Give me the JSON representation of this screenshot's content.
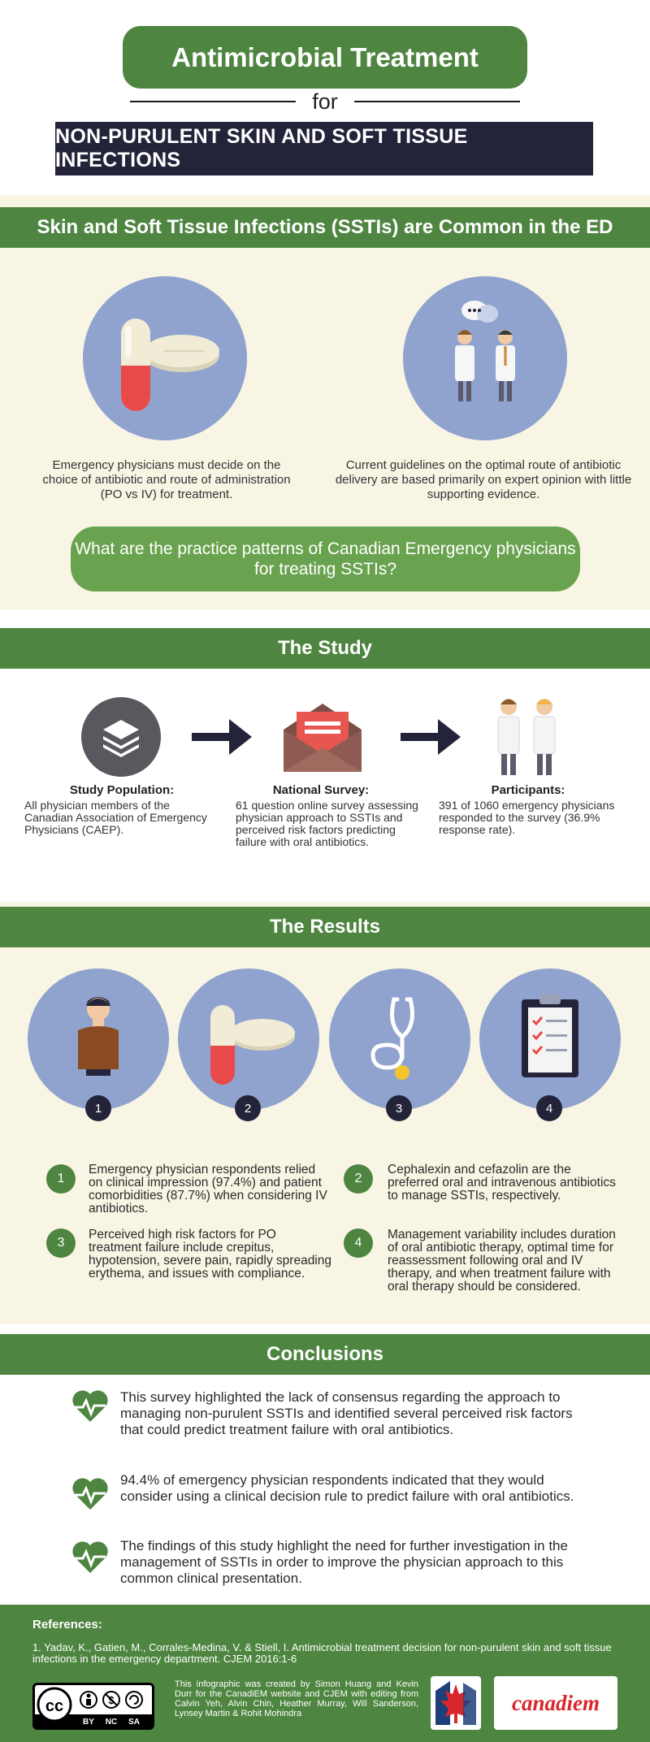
{
  "header": {
    "title": "Antimicrobial Treatment",
    "for": "for",
    "subtitle": "NON-PURULENT SKIN AND SOFT TISSUE INFECTIONS"
  },
  "intro": {
    "heading": "Skin and Soft Tissue Infections (SSTIs) are Common in the ED",
    "left_text": "Emergency physicians must decide on the choice of antibiotic and route of administration (PO vs IV) for treatment.",
    "right_text": "Current guidelines on the optimal route of antibiotic delivery are based primarily on expert opinion with little supporting evidence.",
    "question": "What are the practice patterns of Canadian Emergency physicians for treating SSTIs?"
  },
  "study": {
    "heading": "The Study",
    "items": [
      {
        "title": "Study Population:",
        "text": "All physician members of the Canadian Association of Emergency Physicians (CAEP)."
      },
      {
        "title": "National Survey:",
        "text": "61 question online survey assessing physician approach to SSTIs and perceived risk factors predicting failure with oral antibiotics."
      },
      {
        "title": "Participants:",
        "text": "391 of 1060 emergency physicians responded to the survey (36.9% response rate)."
      }
    ]
  },
  "results": {
    "heading": "The Results",
    "badges": [
      "1",
      "2",
      "3",
      "4"
    ],
    "items": [
      {
        "num": "1",
        "text": "Emergency physician respondents relied on clinical impression (97.4%) and patient comorbidities (87.7%) when considering IV antibiotics."
      },
      {
        "num": "2",
        "text": "Cephalexin and cefazolin are the preferred oral and intravenous antibiotics to manage SSTIs, respectively."
      },
      {
        "num": "3",
        "text": "Perceived high risk factors for PO treatment failure include crepitus, hypotension, severe pain, rapidly spreading erythema, and issues with compliance."
      },
      {
        "num": "4",
        "text": "Management variability includes duration of oral antibiotic therapy, optimal time for reassessment following oral and IV therapy, and when treatment failure with oral therapy should be considered."
      }
    ]
  },
  "conclusions": {
    "heading": "Conclusions",
    "items": [
      "This survey highlighted the lack of consensus regarding the approach to managing non-purulent SSTIs and identified several perceived risk factors that could predict treatment failure with oral antibiotics.",
      "94.4% of emergency physician respondents indicated that they would consider using a clinical decision rule to predict failure with oral antibiotics.",
      "The findings of this study highlight the need for further investigation in the management of SSTIs in order to improve the physician approach to this common clinical presentation."
    ]
  },
  "references": {
    "heading": "References:",
    "text": "1. Yadav, K., Gatien, M., Corrales-Medina, V. & Stiell, I. Antimicrobial treatment decision for non-purulent skin and soft tissue infections in the emergency department. CJEM 2016:1-6",
    "license": {
      "by": "BY",
      "nc": "NC",
      "sa": "SA",
      "cc": "cc"
    },
    "credit": "This infographic was created by Simon Huang and Kevin Durr for the CanadiEM website and CJEM with editing from Calvin Yeh, Alvin Chin, Heather Murray, Will Sanderson, Lynsey Martin & Rohit Mohindra",
    "logo_text": "canadiem"
  },
  "colors": {
    "green": "#4e8540",
    "navy": "#23243a",
    "cream": "#f8f5e4",
    "circle_blue": "#90a3cf"
  }
}
